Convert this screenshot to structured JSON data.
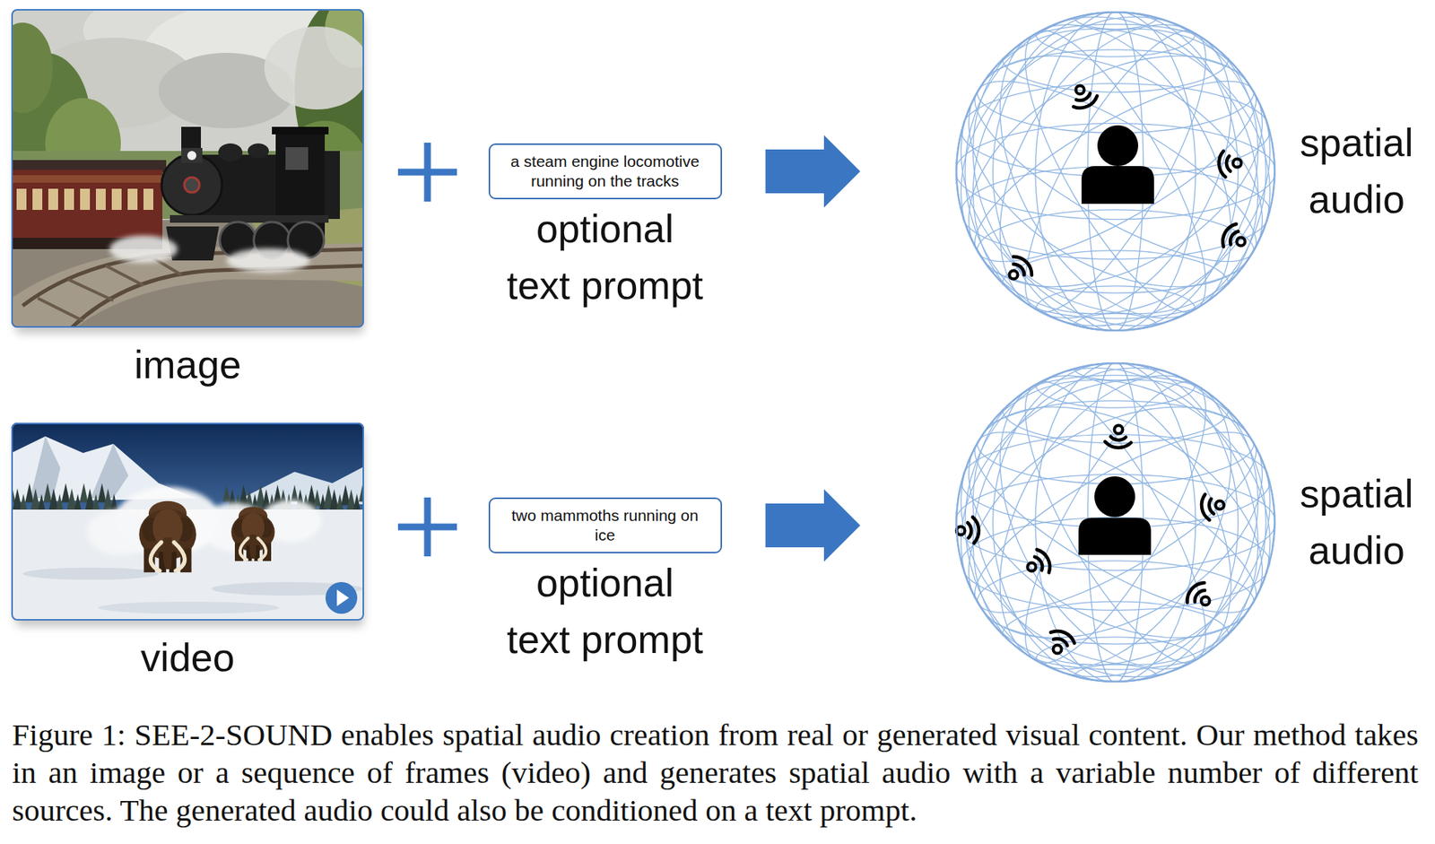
{
  "diagram": {
    "caption": "Figure 1: SEE-2-SOUND enables spatial audio creation from real or generated visual content. Our method takes in an image or a sequence of frames (video) and generates spatial audio with a variable number of different sources. The generated audio could also be conditioned on a text prompt.",
    "nodes": [
      {
        "text": [
          "image"
        ]
      },
      {
        "text": [
          "a steam engine locomotive running on the tracks",
          "optional text prompt"
        ]
      },
      {
        "text": [
          "spatial audio"
        ]
      },
      {
        "text": [
          "video"
        ]
      },
      {
        "text": [
          "two mammoths running on ice",
          "optional text prompt"
        ]
      },
      {
        "text": [
          "spatial audio"
        ]
      }
    ],
    "edges": [
      {
        "from": 1,
        "to": 2,
        "arrow": "to"
      },
      {
        "from": 4,
        "to": 5,
        "arrow": "to"
      }
    ]
  }
}
